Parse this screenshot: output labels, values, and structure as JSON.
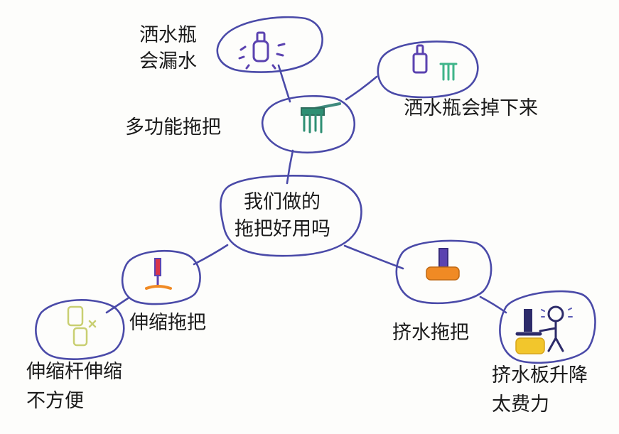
{
  "center": {
    "line1": "我们做的",
    "line2": "拖把好用吗"
  },
  "branches": {
    "multi": {
      "label": "多功能拖把",
      "issue_a": {
        "line1": "洒水瓶",
        "line2": "会漏水"
      },
      "issue_b": {
        "line1": "洒水瓶会掉下来"
      }
    },
    "telescopic": {
      "label": "伸缩拖把",
      "issue": {
        "line1": "伸缩杆伸缩",
        "line2": "不方便"
      }
    },
    "squeeze": {
      "label": "挤水拖把",
      "issue": {
        "line1": "挤水板升降",
        "line2": "太费力"
      }
    }
  },
  "colors": {
    "ink": "#4a4aa8",
    "text": "#1b1b1b",
    "teal": "#2e8f73",
    "purple": "#5b43b0",
    "orange": "#f08a24",
    "yellow": "#f2c62c",
    "olive": "#c9cf72"
  }
}
